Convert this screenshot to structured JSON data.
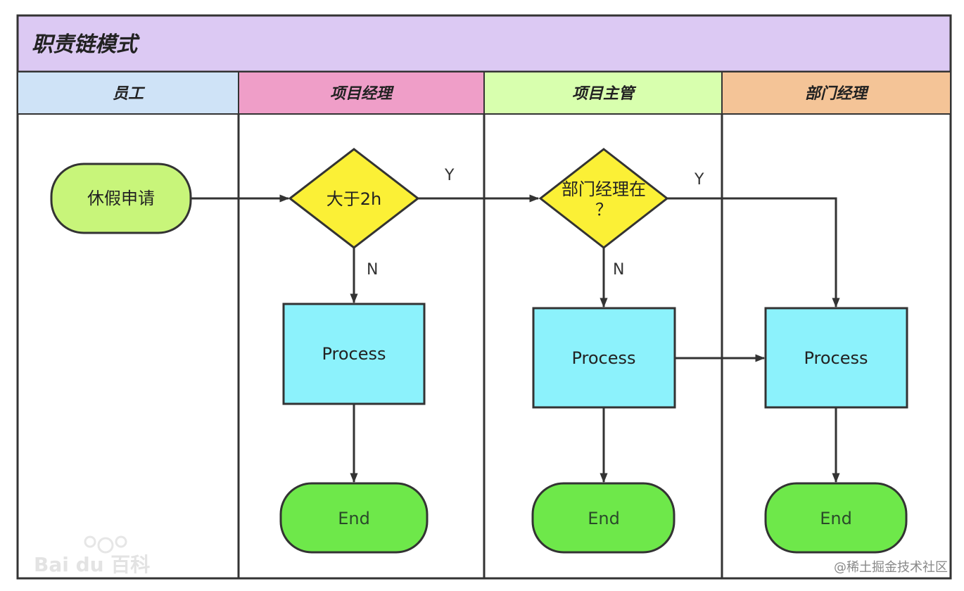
{
  "diagram": {
    "title": "职责链模式",
    "lanes": [
      {
        "label": "员工",
        "color": "#cfe3f7"
      },
      {
        "label": "项目经理",
        "color": "#ef9ec8"
      },
      {
        "label": "项目主管",
        "color": "#d8ffae"
      },
      {
        "label": "部门经理",
        "color": "#f4c497"
      }
    ],
    "title_color": "#dcc9f3",
    "nodes": {
      "start": "休假申请",
      "decision_1": "大于2h",
      "decision_2_line1": "部门经理在",
      "decision_2_line2": "？",
      "process_1": "Process",
      "process_2": "Process",
      "process_3": "Process",
      "end_1": "End",
      "end_2": "End",
      "end_3": "End"
    },
    "edge_labels": {
      "d1_yes": "Y",
      "d1_no": "N",
      "d2_yes": "Y",
      "d2_no": "N"
    },
    "colors": {
      "start_fill": "#c8f57a",
      "decision_fill": "#fbf036",
      "process_fill": "#8cf2fc",
      "end_fill": "#6ee84a"
    },
    "watermark": "Bai du 百科",
    "corner_credit": "@稀土掘金技术社区"
  }
}
